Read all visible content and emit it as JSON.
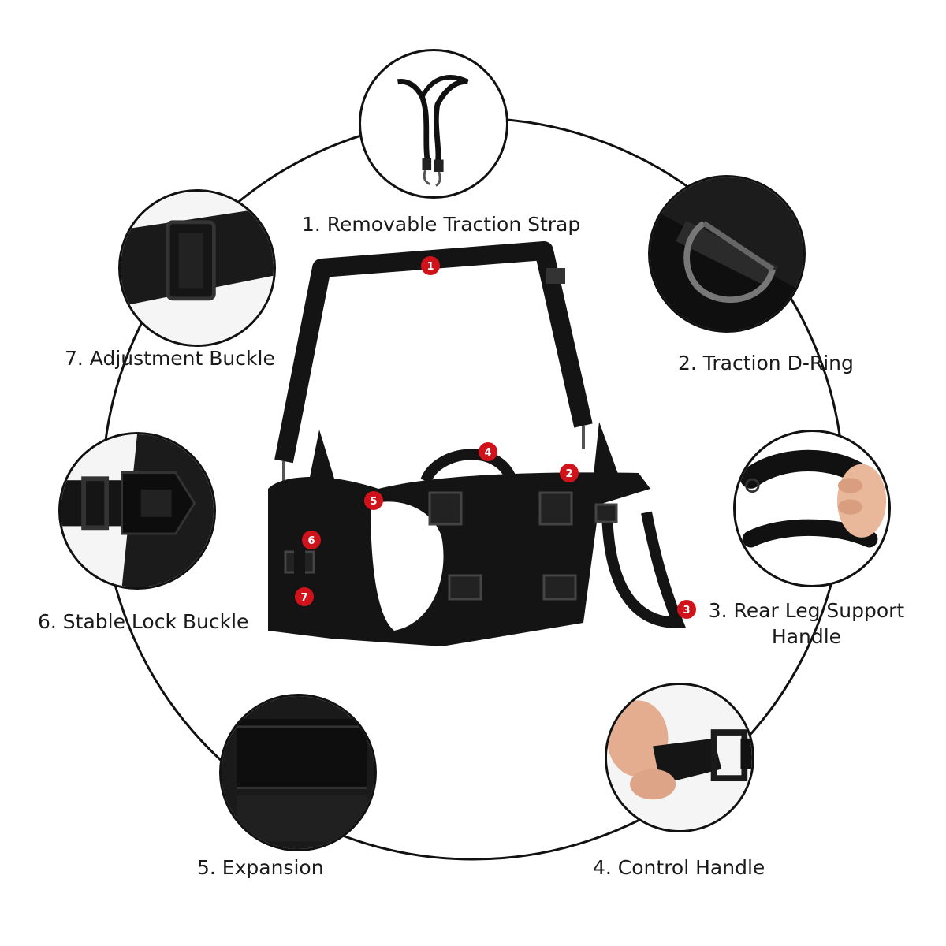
{
  "features": [
    {
      "number": "1",
      "label": "1. Removable Traction Strap",
      "icon": "traction-strap-icon"
    },
    {
      "number": "2",
      "label": "2. Traction D-Ring",
      "icon": "d-ring-icon"
    },
    {
      "number": "3",
      "label_line1": "3. Rear Leg Support",
      "label_line2": "Handle",
      "icon": "leg-handle-icon"
    },
    {
      "number": "4",
      "label": "4. Control Handle",
      "icon": "buckle-hand-icon"
    },
    {
      "number": "5",
      "label": "5. Expansion",
      "icon": "velcro-panel-icon"
    },
    {
      "number": "6",
      "label": "6. Stable Lock Buckle",
      "icon": "side-release-buckle-icon"
    },
    {
      "number": "7",
      "label": "7. Adjustment Buckle",
      "icon": "slider-buckle-icon"
    }
  ],
  "colors": {
    "badge": "#d0121b",
    "harness": "#141414",
    "outline": "#111111"
  }
}
